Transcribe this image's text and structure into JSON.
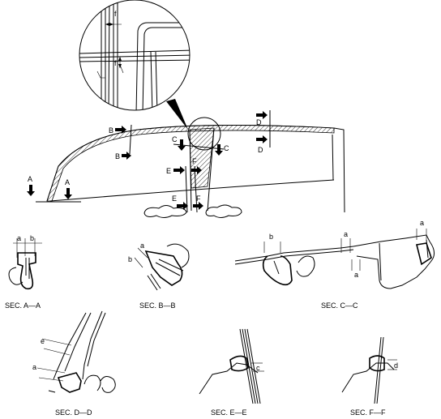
{
  "overview": {
    "section_markers": {
      "A_left": "A",
      "A_right": "A",
      "B_top": "B",
      "B_bottom": "B",
      "C_left": "C",
      "C_right": "C",
      "D_top": "D",
      "D_bottom": "D",
      "E_top": "E",
      "E_bottom": "E",
      "F_top": "F",
      "F_bottom": "F"
    },
    "detail_dimensions": {
      "f_top": "f",
      "f_side": "f"
    }
  },
  "sections": {
    "aa": {
      "caption": "SEC. A—A",
      "dim_a": "a",
      "dim_b": "b"
    },
    "bb": {
      "caption": "SEC. B—B",
      "dim_a": "a",
      "dim_b": "b"
    },
    "cc": {
      "caption": "SEC. C—C",
      "dim_b": "b",
      "dim_a1": "a",
      "dim_a2": "a",
      "dim_a3": "a"
    },
    "dd": {
      "caption": "SEC. D—D",
      "dim_e": "e",
      "dim_a": "a"
    },
    "ee": {
      "caption": "SEC. E—E",
      "dim_c": "c"
    },
    "ff": {
      "caption": "SEC. F—F",
      "dim_d": "d"
    }
  }
}
